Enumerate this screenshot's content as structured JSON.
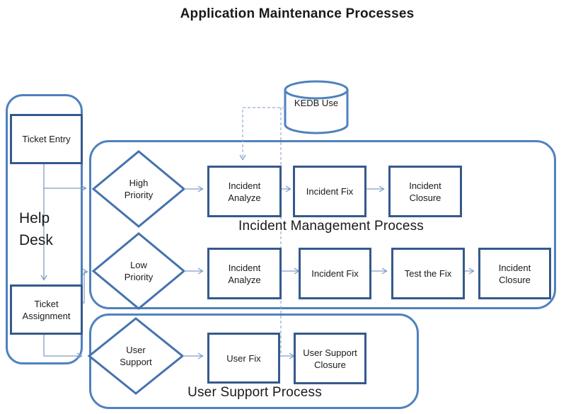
{
  "title": "Application Maintenance Processes",
  "help_desk": {
    "label": "Help Desk",
    "ticket_entry": "Ticket Entry",
    "ticket_assignment": "Ticket Assignment"
  },
  "kedb": {
    "label": "KEDB Use"
  },
  "incident_management": {
    "label": "Incident Management Process",
    "high_priority_decision": "High Priority",
    "low_priority_decision": "Low Priority",
    "high_priority_flow": [
      "Incident Analyze",
      "Incident Fix",
      "Incident Closure"
    ],
    "low_priority_flow": [
      "Incident Analyze",
      "Incident Fix",
      "Test the Fix",
      "Incident Closure"
    ]
  },
  "user_support": {
    "label": "User Support Process",
    "decision": "User Support",
    "flow": [
      "User Fix",
      "User Support Closure"
    ]
  },
  "colors": {
    "box_border": "#35598c",
    "container_border": "#4f81bd",
    "diamond_border": "#4472ad",
    "connector": "#7f9dc6",
    "dashed": "#93abce"
  }
}
